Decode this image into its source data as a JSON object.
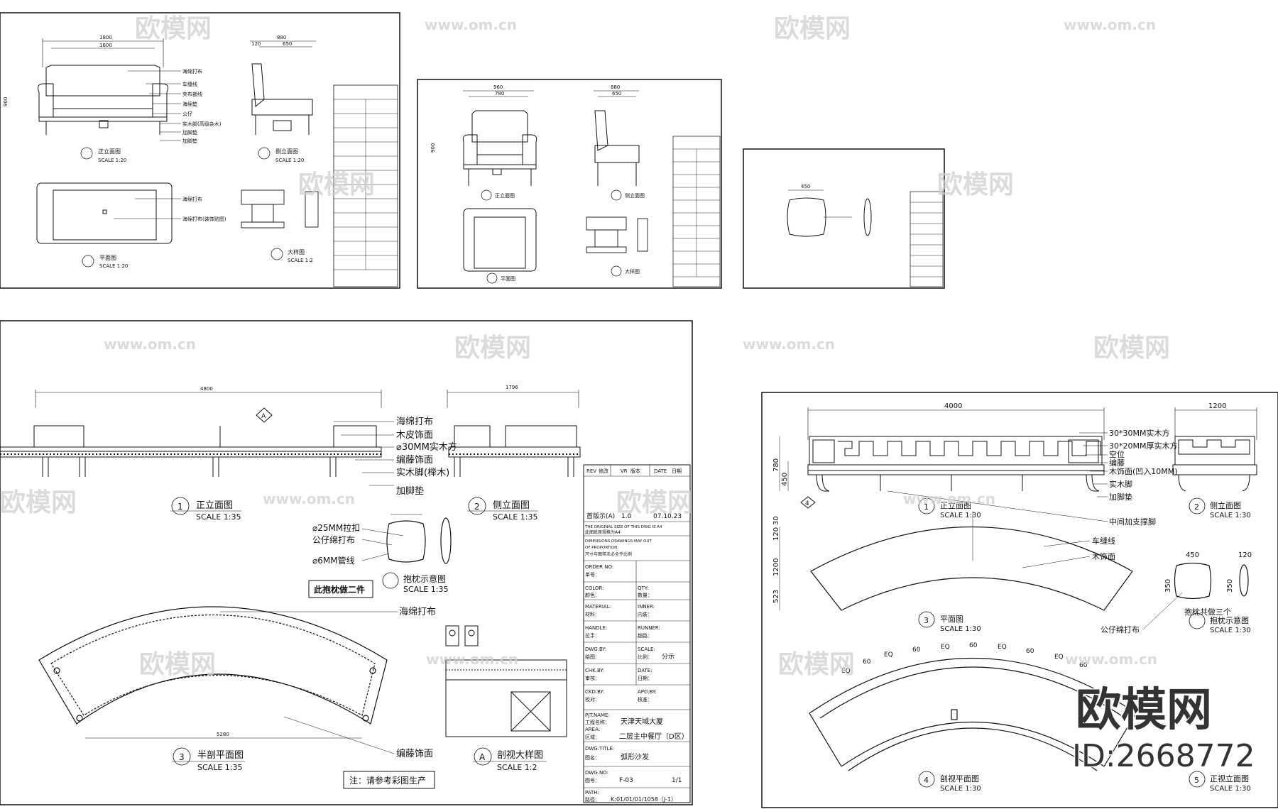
{
  "watermark": {
    "brand": "欧模网",
    "url": "www.om.cn"
  },
  "badge": {
    "brand": "欧模网",
    "id": "ID:2668772"
  },
  "sheet1": {
    "front_title": "正立面图",
    "front_scale": "SCALE 1:20",
    "side_title": "侧立面图",
    "side_scale": "SCALE 1:20",
    "plan_title": "平面图",
    "plan_scale": "SCALE 1:20",
    "detail_title": "大样图",
    "detail_scale": "SCALE 1:2",
    "dims": {
      "w1": "1800",
      "w2": "1600",
      "h": "900",
      "d1": "880",
      "d2": "650",
      "d3": "120"
    },
    "callouts": [
      "海绵打布",
      "车缝线",
      "夹布嵌线",
      "海绵垫",
      "公仔",
      "实木脚(高级杂木)",
      "加脚垫",
      "加脚垫"
    ],
    "plan_callouts": [
      "海绵打布",
      "海绵打布(装饰贴图)"
    ]
  },
  "sheet2": {
    "front_title": "正立面图",
    "side_title": "侧立面图",
    "plan_title": "平面图",
    "detail_title": "大样图",
    "dims": {
      "w1": "960",
      "w2": "780",
      "h": "900",
      "d1": "880",
      "d2": "650"
    }
  },
  "sheet3": {
    "dim": "450"
  },
  "sheet4": {
    "total_width": "4800",
    "side_width": "1796",
    "labels": [
      "海绵打布",
      "木皮饰面",
      "⌀30MM实木方",
      "编藤饰面",
      "实木脚(榉木)",
      "加脚垫"
    ],
    "front_title": "正立面图",
    "front_scale": "SCALE 1:35",
    "side_title": "侧立面图",
    "side_scale": "SCALE 1:35",
    "pillow_labels": [
      "⌀25MM拉扣",
      "公仔绵打布",
      "⌀6MM管线"
    ],
    "pillow_title": "抱枕示意图",
    "pillow_scale": "SCALE 1:35",
    "pillow_note": "此抱枕做二件",
    "plan_top_label": "海绵打布",
    "plan_bottom_label": "编藤饰面",
    "plan_title": "半剖平面图",
    "plan_scale": "SCALE 1:35",
    "plan_width": "5280",
    "detail_title": "剖视大样图",
    "detail_scale": "SCALE 1:2",
    "note": "注：请参考彩图生产"
  },
  "titleblock": {
    "header": [
      "REV",
      "修改",
      "VR",
      "版本",
      "DATE",
      "日期"
    ],
    "row1": [
      "首版示(A)",
      "1.0",
      "07.10.23"
    ],
    "original": [
      "THE ORIGINAL SIZE OF THIS DWG IS A4",
      "此图纸原规格为A4"
    ],
    "dimensions": [
      "DIMENSIONS DRAWINGS MAY OUT",
      "OF PROPORTION",
      "尺寸与图样未必全乎比例"
    ],
    "fields": [
      [
        "ORDER NO:",
        "单号："
      ],
      [
        "COLOR:",
        "颜色：",
        "QTY:",
        "数量："
      ],
      [
        "MATERIAL:",
        "材料：",
        "INNER:",
        "内装："
      ],
      [
        "HANDLE:",
        "拉手：",
        "RUNNER:",
        "趟路："
      ],
      [
        "DWG.BY:",
        "绘图：",
        "SCALE:",
        "比例：",
        "分示"
      ],
      [
        "CHK.BY:",
        "审核：",
        "DATE:",
        "日期："
      ],
      [
        "CKD.BY:",
        "校对：",
        "APD.BY:",
        "核准："
      ]
    ],
    "project_label": "PJT.NAME:",
    "project_cn": "工程名称：",
    "project": "天津天域大厦",
    "area_label": "AREA:",
    "area_cn": "区域：",
    "area": "二层主中餐厅（D区）",
    "title_label": "DWG.TITLE:",
    "title_cn": "图名：",
    "title": "弧形沙发",
    "dwgno_label": "DWG.NO:",
    "dwgno_cn": "图号：",
    "dwgno": "F-03",
    "sheets": "1/1",
    "path_label": "PATH:",
    "path_cn": "路径：",
    "path": "K:01/01/01/1058（J-1）"
  },
  "sheet5": {
    "width": "4000",
    "side_width": "1200",
    "right_labels": [
      "30*30MM实木方",
      "30*20MM厚实木方",
      "空位",
      "编藤",
      "木饰面(凹入10MM)",
      "实木脚",
      "加脚垫"
    ],
    "center_label": "中间加支撑脚",
    "front_title": "正立面图",
    "front_scale": "SCALE 1:30",
    "side_title": "侧立面图",
    "side_scale": "SCALE 1:30",
    "dims_left": [
      "780",
      "450",
      "120",
      "30",
      "1200",
      "523"
    ],
    "plan_labels": [
      "车缝线",
      "木饰面"
    ],
    "plan_title": "平面图",
    "plan_scale": "SCALE 1:30",
    "pillow_dims": [
      "450",
      "350",
      "120",
      "350"
    ],
    "pillow_labels": [
      "公仔绵打布",
      "抱枕共做三个"
    ],
    "pillow_title": "抱枕示意图",
    "pillow_scale": "SCALE 1:30",
    "section_title": "剖视平面图",
    "section_scale": "SCALE 1:30",
    "back_title": "正视立面图",
    "back_scale": "SCALE 1:30",
    "eq": [
      "EQ",
      "60"
    ]
  }
}
